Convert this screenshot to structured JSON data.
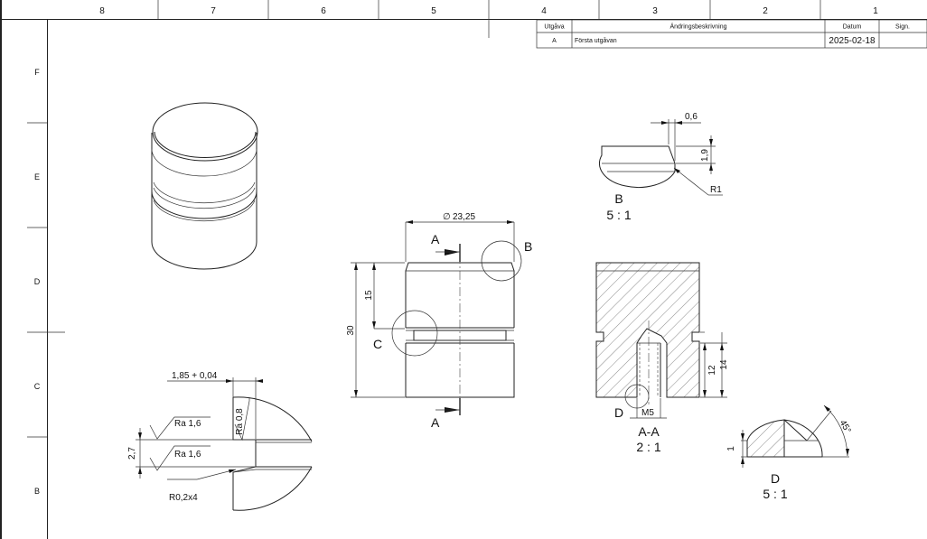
{
  "border": {
    "columns": [
      "8",
      "7",
      "6",
      "5",
      "4",
      "3",
      "2",
      "1"
    ],
    "rows": [
      "F",
      "E",
      "D",
      "C",
      "B"
    ]
  },
  "revision_table": {
    "headers": {
      "issue": "Utgåva",
      "description": "Ändringsbeskrivning",
      "date": "Datum",
      "sign": "Sign."
    },
    "row": {
      "issue": "A",
      "description": "Första utgåvan",
      "date": "2025-02-18",
      "sign": ""
    }
  },
  "main_view": {
    "diameter_symbol": "∅",
    "diameter": "23,25",
    "height_total": "30",
    "height_upper": "15",
    "section_label_top": "A",
    "section_label_bottom": "A",
    "detail_b_ref": "B",
    "detail_c_ref": "C"
  },
  "detail_b": {
    "chamfer_width": "0,6",
    "chamfer_height": "1,9",
    "radius": "R1",
    "label": "B",
    "scale": "5 : 1"
  },
  "section_aa": {
    "depth_12": "12",
    "depth_14": "14",
    "thread": "M5",
    "detail_d_ref": "D",
    "label": "A-A",
    "scale": "2 : 1"
  },
  "detail_d": {
    "angle": "45°",
    "height": "1",
    "label": "D",
    "scale": "5 : 1"
  },
  "detail_c": {
    "groove_width": "1,85 + 0,04",
    "roughness_1": "Ra  1,6",
    "roughness_2": "Ra  1,6",
    "roughness_3": "Ra  0,8",
    "groove_depth": "2,7",
    "radius": "R0,2x4"
  }
}
